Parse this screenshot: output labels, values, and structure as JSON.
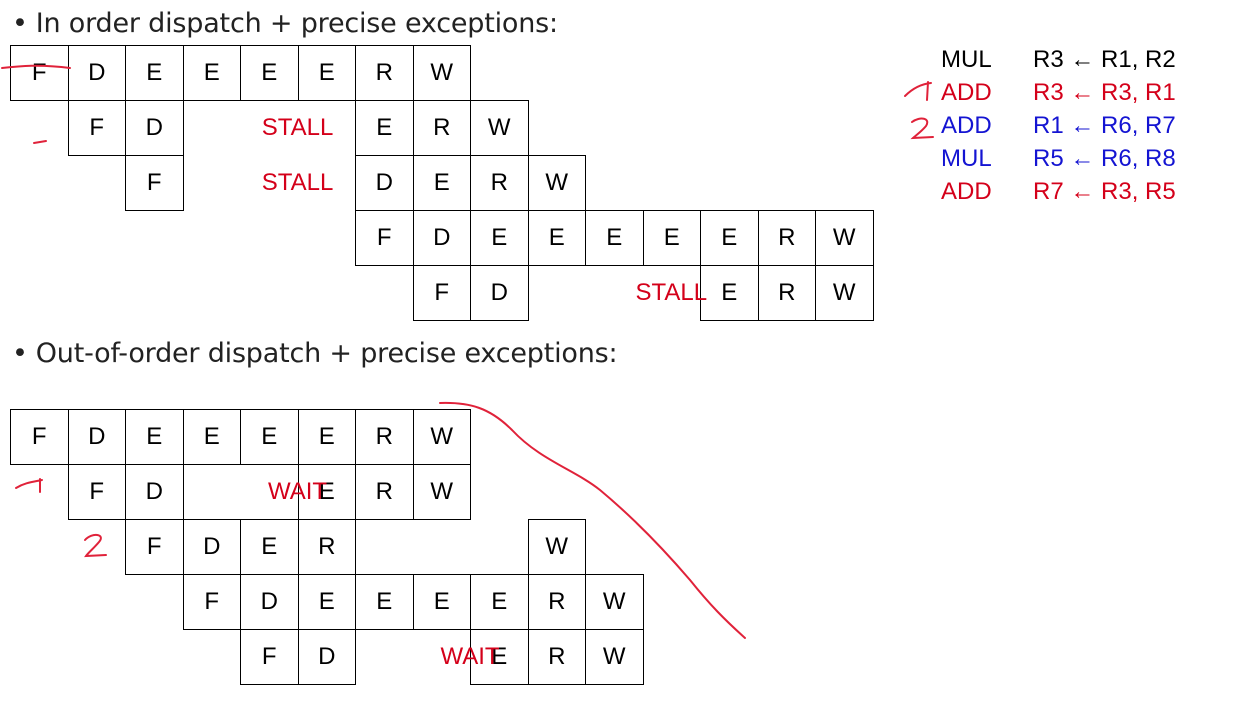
{
  "headings": {
    "in_order": "In order dispatch + precise exceptions:",
    "out_of_order": "Out-of-order dispatch + precise exceptions:"
  },
  "bullet": "•",
  "colors": {
    "black": "#000000",
    "red": "#d4001a",
    "blue": "#1414d2",
    "ink": "#e0223a"
  },
  "instructions": [
    {
      "op": "MUL",
      "operands": "R3 ← R1, R2",
      "color": "black"
    },
    {
      "op": "ADD",
      "operands": "R3 ← R3, R1",
      "color": "red"
    },
    {
      "op": "ADD",
      "operands": "R1 ← R6, R7",
      "color": "blue"
    },
    {
      "op": "MUL",
      "operands": "R5 ← R6, R8",
      "color": "blue"
    },
    {
      "op": "ADD",
      "operands": "R7 ← R3, R5",
      "color": "red"
    }
  ],
  "in_order_pipeline": {
    "rows": [
      {
        "start": 0,
        "stages": [
          "F",
          "D",
          "E",
          "E",
          "E",
          "E",
          "R",
          "W"
        ]
      },
      {
        "start": 1,
        "stages": [
          "F",
          "D",
          "",
          "",
          "",
          "E",
          "R",
          "W"
        ]
      },
      {
        "start": 2,
        "stages": [
          "F",
          "",
          "",
          "",
          "D",
          "E",
          "R",
          "W"
        ]
      },
      {
        "start": 6,
        "stages": [
          "F",
          "D",
          "E",
          "E",
          "E",
          "E",
          "E",
          "R",
          "W"
        ]
      },
      {
        "start": 7,
        "stages": [
          "F",
          "D",
          "",
          "",
          "",
          "E",
          "R",
          "W"
        ]
      }
    ],
    "labels": [
      {
        "text": "STALL",
        "row": 1,
        "col": 4.5
      },
      {
        "text": "STALL",
        "row": 2,
        "col": 4.5
      },
      {
        "text": "STALL",
        "row": 4,
        "col": 11
      }
    ]
  },
  "out_of_order_pipeline": {
    "rows": [
      {
        "start": 0,
        "stages": [
          "F",
          "D",
          "E",
          "E",
          "E",
          "E",
          "R",
          "W"
        ]
      },
      {
        "start": 1,
        "stages": [
          "F",
          "D",
          "",
          "",
          "E",
          "R",
          "W"
        ]
      },
      {
        "start": 2,
        "stages": [
          "F",
          "D",
          "E",
          "R",
          "",
          "",
          "",
          "W"
        ]
      },
      {
        "start": 3,
        "stages": [
          "F",
          "D",
          "E",
          "E",
          "E",
          "E",
          "R",
          "W"
        ]
      },
      {
        "start": 4,
        "stages": [
          "F",
          "D",
          "",
          "",
          "E",
          "R",
          "W"
        ]
      }
    ],
    "labels": [
      {
        "text": "WAIT",
        "row": 1,
        "col": 4.5
      },
      {
        "text": "WAIT",
        "row": 4,
        "col": 7.5
      }
    ],
    "empty_cells": [
      [
        2,
        6
      ],
      [
        2,
        7
      ],
      [
        2,
        8
      ]
    ]
  }
}
